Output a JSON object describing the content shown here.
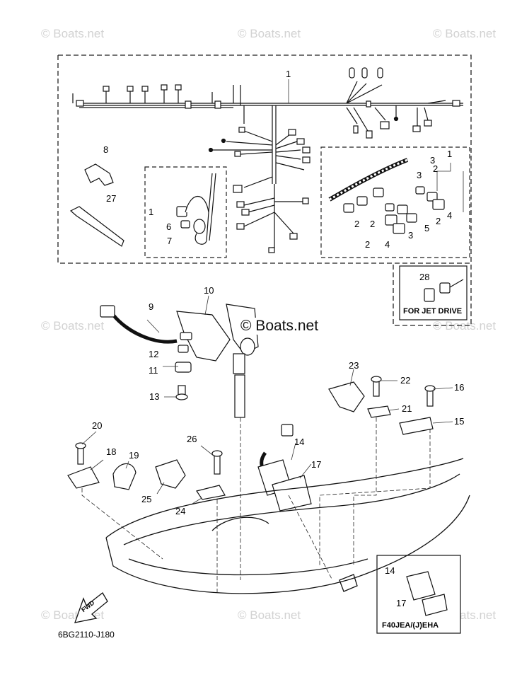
{
  "watermark": {
    "text": "© Boats.net",
    "center_text": "© Boats.net"
  },
  "diagram_code": "6BG2110-J180",
  "inset_labels": {
    "jet_drive": "FOR JET DRIVE",
    "model_variant": "F40JEA/(J)EHA"
  },
  "fwd_label": "FWD",
  "callouts": {
    "harness_main": "1",
    "clamp_8": "8",
    "tie_27": "27",
    "sub_harness": "1",
    "sub_6": "6",
    "sub_7": "7",
    "kit": "1",
    "kit_2a": "2",
    "kit_3a": "3",
    "kit_2b": "2",
    "kit_2c": "2",
    "kit_3b": "3",
    "kit_5": "5",
    "kit_2d": "2",
    "kit_4a": "4",
    "kit_2e": "2",
    "kit_4b": "4",
    "kit_3c": "3",
    "plug_28": "28",
    "bracket_10": "10",
    "lead_9": "9",
    "collar_12": "12",
    "holder_11": "11",
    "bolt_13": "13",
    "clamp_23": "23",
    "bolt_22": "22",
    "plate_21": "21",
    "bolt_16": "16",
    "holder_15": "15",
    "bolt_20": "20",
    "bracket_18": "18",
    "clip_19": "19",
    "bolt_26": "26",
    "connector_14": "14",
    "grommet_17": "17",
    "holder_25": "25",
    "plate_24": "24",
    "variant_14": "14",
    "variant_17": "17"
  }
}
